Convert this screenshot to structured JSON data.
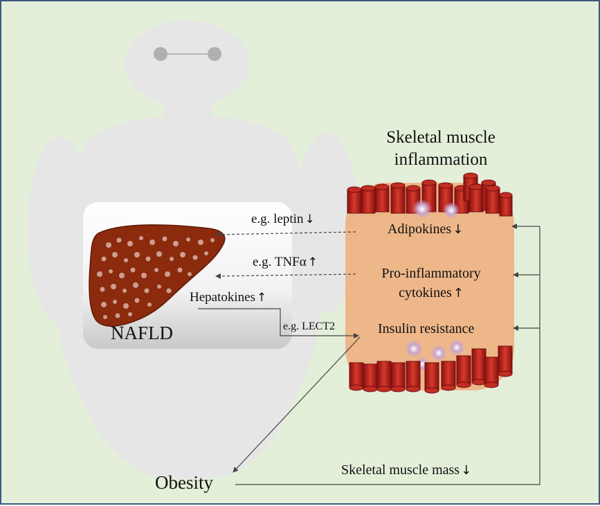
{
  "colors": {
    "background": "#e3efd9",
    "border": "#3d5a80",
    "silhouette": "#e6e6e6",
    "liver": "#8b2a0d",
    "liver_spots": "#d9b3a6",
    "muscle_fiber": "#b22222",
    "muscle_body": "#edb07f",
    "arrow": "#444444"
  },
  "labels": {
    "muscle_title_line1": "Skeletal muscle",
    "muscle_title_line2": "inflammation",
    "adipokines": "Adipokines",
    "proinflammatory_line1": "Pro-inflammatory",
    "proinflammatory_line2": "cytokines",
    "insulin_resistance": "Insulin resistance",
    "leptin": "e.g. leptin",
    "tnfa": "e.g. TNFα",
    "hepatokines": "Hepatokines",
    "lect2": "e.g. LECT2",
    "nafld": "NAFLD",
    "obesity": "Obesity",
    "muscle_mass": "Skeletal muscle mass"
  },
  "arrows": {
    "down": "↓",
    "up": "↑"
  }
}
